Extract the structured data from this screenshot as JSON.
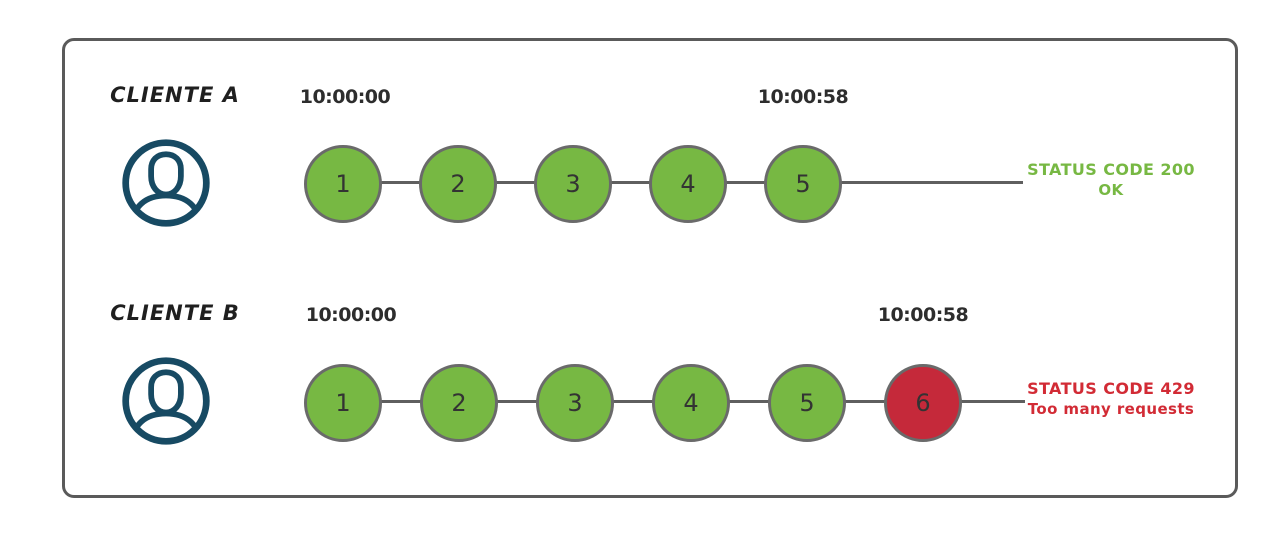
{
  "diagram": {
    "rows": [
      {
        "client_label": "CLIENTE A",
        "icon": "user-icon",
        "start_time": "10:00:00",
        "end_time": "10:00:58",
        "requests": [
          {
            "n": "1",
            "state": "ok"
          },
          {
            "n": "2",
            "state": "ok"
          },
          {
            "n": "3",
            "state": "ok"
          },
          {
            "n": "4",
            "state": "ok"
          },
          {
            "n": "5",
            "state": "ok"
          }
        ],
        "status_line1": "STATUS CODE 200",
        "status_line2": "OK",
        "status_type": "ok"
      },
      {
        "client_label": "CLIENTE B",
        "icon": "user-icon",
        "start_time": "10:00:00",
        "end_time": "10:00:58",
        "requests": [
          {
            "n": "1",
            "state": "ok"
          },
          {
            "n": "2",
            "state": "ok"
          },
          {
            "n": "3",
            "state": "ok"
          },
          {
            "n": "4",
            "state": "ok"
          },
          {
            "n": "5",
            "state": "ok"
          },
          {
            "n": "6",
            "state": "error"
          }
        ],
        "status_line1": "STATUS CODE 429",
        "status_line2": "Too many requests",
        "status_type": "error"
      }
    ],
    "colors": {
      "ok": "#77B843",
      "error": "#C5293A",
      "ok_text": "#77B843",
      "error_text": "#D22B35",
      "icon": "#174A63",
      "line": "#5f5f5f"
    }
  }
}
